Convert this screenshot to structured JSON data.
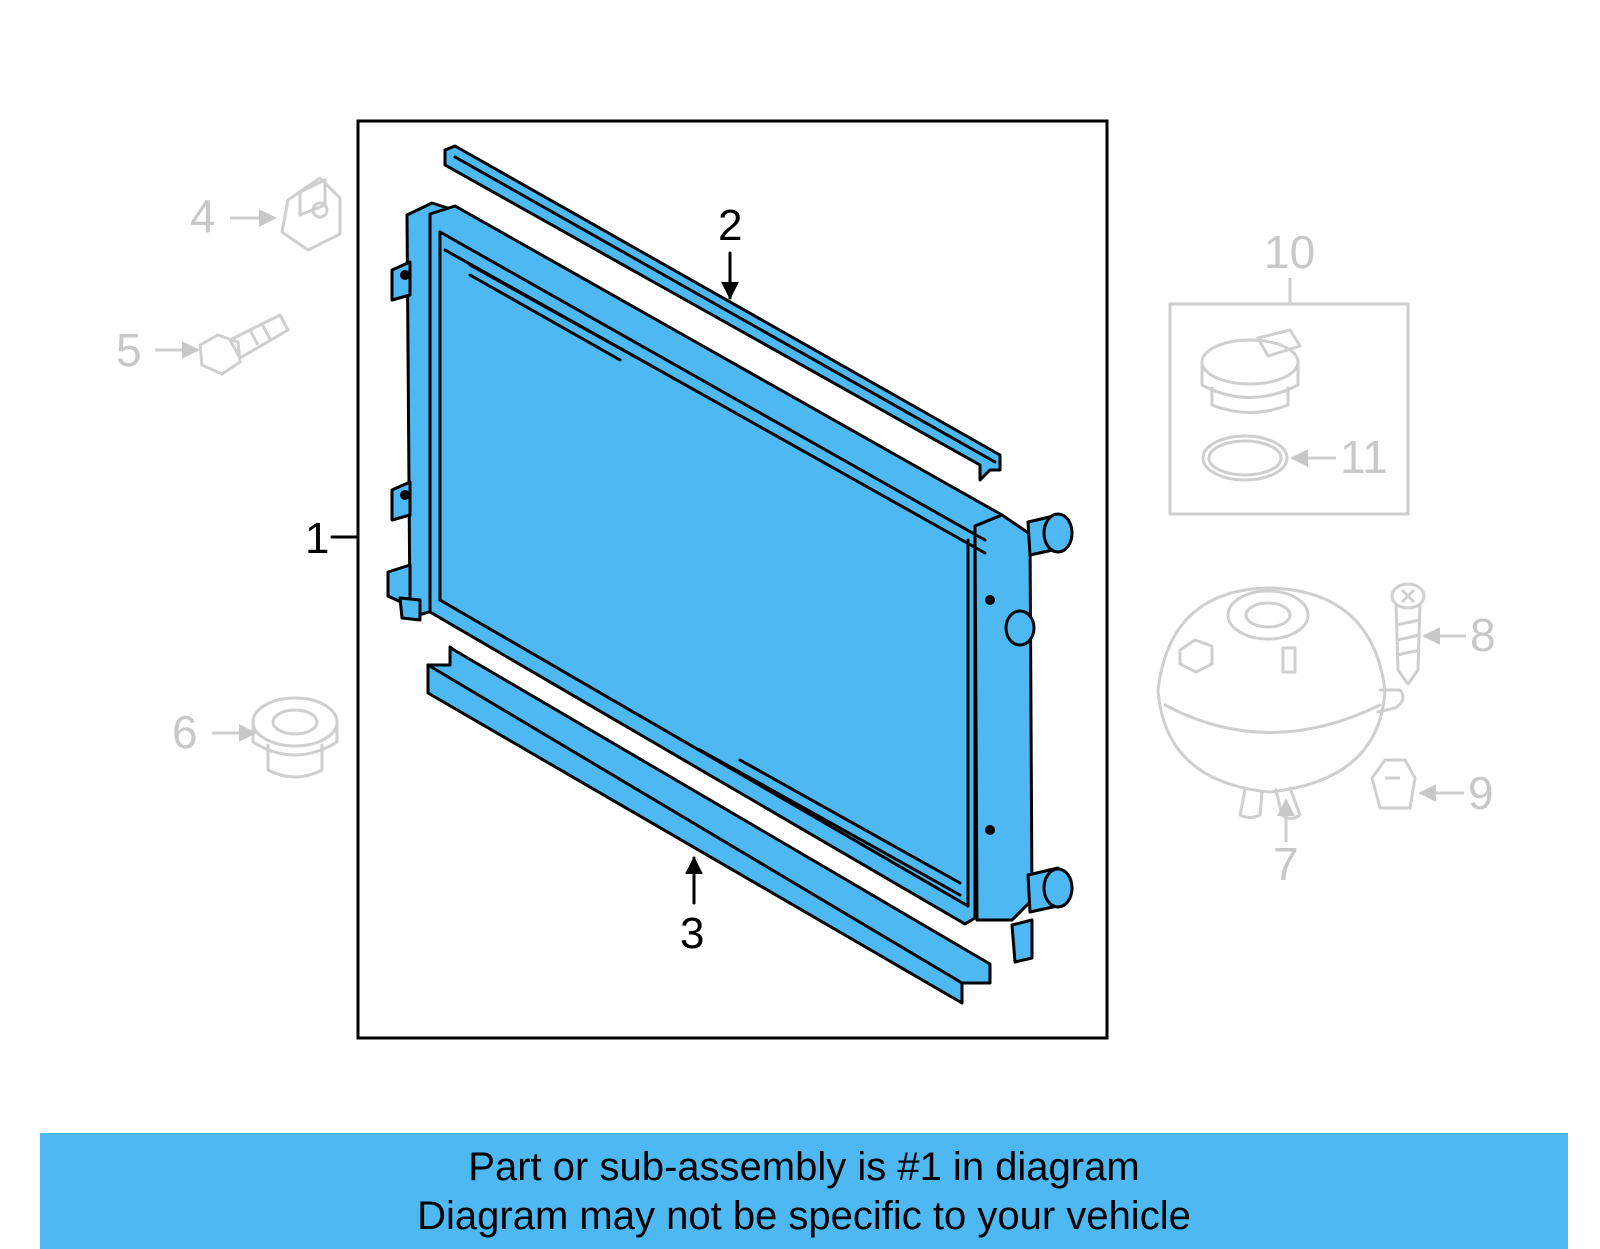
{
  "callouts": {
    "c1": "1",
    "c2": "2",
    "c3": "3",
    "c4": "4",
    "c5": "5",
    "c6": "6",
    "c7": "7",
    "c8": "8",
    "c9": "9",
    "c10": "10",
    "c11": "11"
  },
  "footer": {
    "line1": "Part or sub-assembly is #1 in diagram",
    "line2": "Diagram may not be specific to your vehicle"
  },
  "colors": {
    "highlight": "#4db8f2",
    "ink": "#000000",
    "ghost": "#c8c8c8"
  }
}
